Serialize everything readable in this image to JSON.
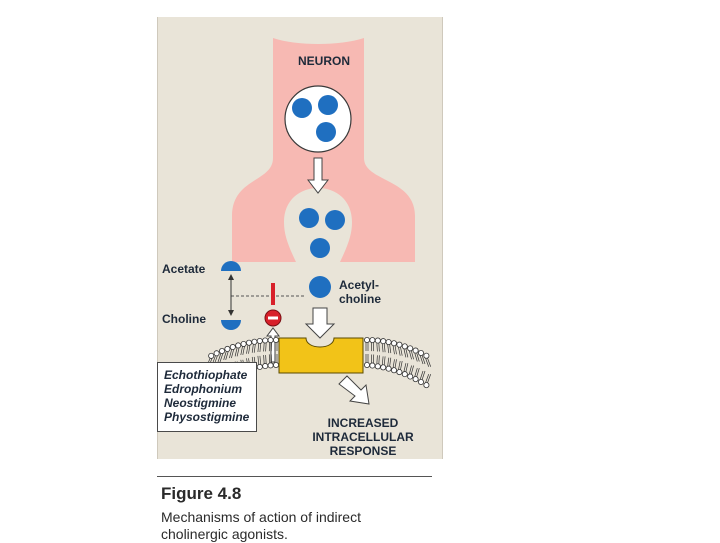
{
  "labels": {
    "neuron": "NEURON",
    "acetate": "Acetate",
    "choline": "Choline",
    "acetylcholine_line1": "Acetyl-",
    "acetylcholine_line2": "choline",
    "response_line1": "INCREASED",
    "response_line2": "INTRACELLULAR",
    "response_line3": "RESPONSE",
    "minus_sign": "−"
  },
  "drugs": [
    "Echothiophate",
    "Edrophonium",
    "Neostigmine",
    "Physostigmine"
  ],
  "figure": {
    "title": "Figure 4.8",
    "caption": "Mechanisms of action of indirect cholinergic agonists."
  },
  "colors": {
    "panel": "#e9e4d8",
    "neuron": "#f7b9b3",
    "vesicle_dot": "#1f6fc0",
    "receptor": "#f2c318",
    "inhibitor": "#d8202a"
  }
}
